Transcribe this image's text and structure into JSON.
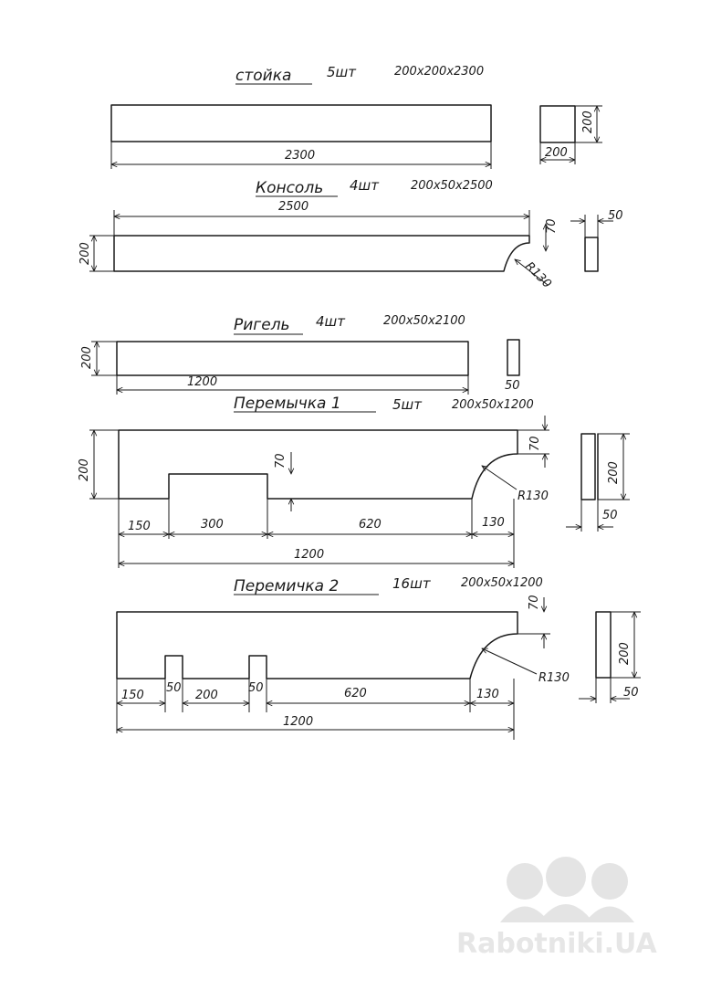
{
  "parts": {
    "stoika": {
      "title": "стойка",
      "qty": "5шт",
      "size": "200x200x2300",
      "len": "2300",
      "sec_h": "200",
      "sec_w": "200"
    },
    "konsol": {
      "title": "Консоль",
      "qty": "4шт",
      "size": "200x50x2500",
      "len": "2500",
      "h": "200",
      "notch": "70",
      "radius": "R130",
      "thk": "50"
    },
    "rigel": {
      "title": "Ригель",
      "qty": "4шт",
      "size": "200x50x2100",
      "len": "1200",
      "h": "200",
      "thk": "50"
    },
    "per1": {
      "title": "Перемычка 1",
      "qty": "5шт",
      "size": "200x50x1200",
      "h": "200",
      "notch": "70",
      "cut": "70",
      "radius": "R130",
      "d1": "150",
      "d2": "300",
      "d3": "620",
      "d4": "130",
      "total": "1200",
      "sec_h": "200",
      "sec_w": "50"
    },
    "per2": {
      "title": "Перемичка 2",
      "qty": "16шт",
      "size": "200x50x1200",
      "notch": "70",
      "radius": "R130",
      "d1": "150",
      "d2": "50",
      "d3": "200",
      "d4": "50",
      "d5": "620",
      "d6": "130",
      "total": "1200",
      "sec_h": "200",
      "sec_w": "50"
    }
  },
  "watermark": {
    "text": "Rabotniki.UA",
    "icon": "workers-helmet-icon"
  }
}
